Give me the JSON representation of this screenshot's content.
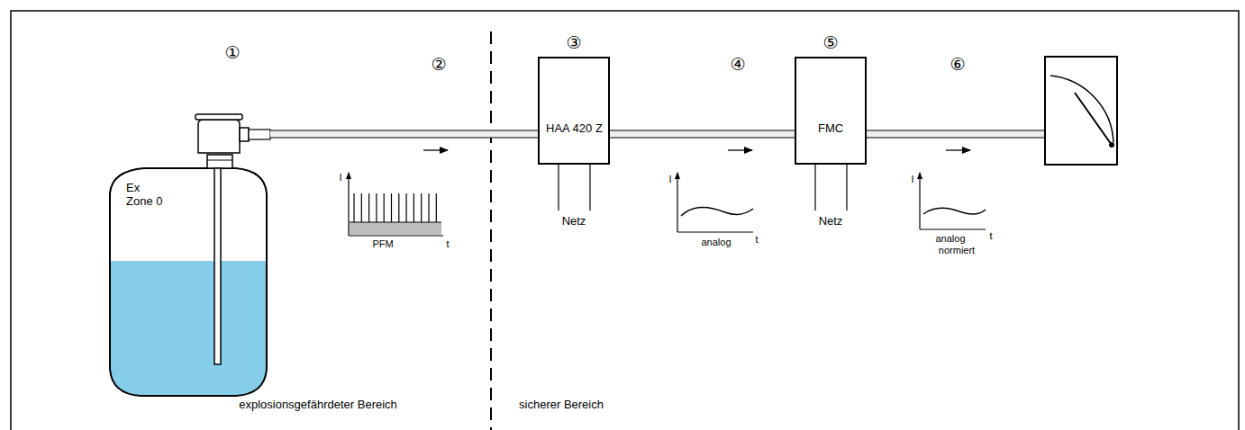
{
  "diagram": {
    "nodes": [
      {
        "text": [
          "Ex Zone 0"
        ]
      },
      {
        "text": [
          "HAA 420 Z"
        ]
      },
      {
        "text": [
          "FMC"
        ]
      }
    ],
    "edges": [
      {
        "from": 0,
        "to": 1,
        "arrow": "none"
      },
      {
        "from": 1,
        "to": 2,
        "arrow": "none"
      }
    ],
    "labels": [
      "①",
      "②",
      "③",
      "④",
      "⑤",
      "⑥",
      "Netz",
      "Netz",
      "I",
      "PFM",
      "t",
      "I",
      "analog",
      "t",
      "I",
      "analog",
      "t",
      "normiert",
      "explosionsgefährdeter Bereich",
      "sicherer Bereich"
    ]
  }
}
